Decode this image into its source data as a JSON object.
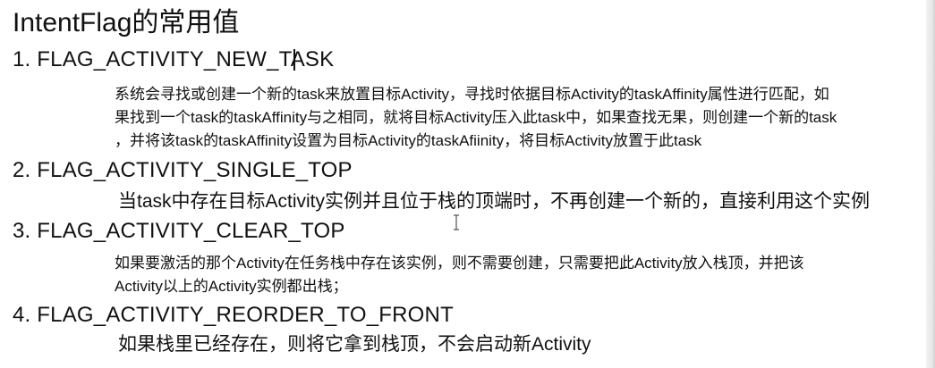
{
  "slide": {
    "title": "IntentFlag的常用值",
    "items": [
      {
        "heading": "1. FLAG_ACTIVITY_NEW_TASK",
        "lines": [
          "系统会寻找或创建一个新的task来放置目标Activity，寻找时依据目标Activity的taskAffinity属性进行匹配，如",
          "果找到一个task的taskAffinity与之相同，就将目标Activity压入此task中，如果查找无果，则创建一个新的task",
          "，并将该task的taskAffinity设置为目标Activity的taskAfiinity，将目标Activity放置于此task"
        ]
      },
      {
        "heading": "2. FLAG_ACTIVITY_SINGLE_TOP",
        "lines": [
          "当task中存在目标Activity实例并且位于栈的顶端时，不再创建一个新的，直接利用这个实例"
        ]
      },
      {
        "heading": "3. FLAG_ACTIVITY_CLEAR_TOP",
        "lines": [
          "如果要激活的那个Activity在任务栈中存在该实例，则不需要创建，只需要把此Activity放入栈顶，并把该",
          "Activity以上的Activity实例都出栈；"
        ]
      },
      {
        "heading": "4. FLAG_ACTIVITY_REORDER_TO_FRONT",
        "lines": [
          "如果栈里已经存在，则将它拿到栈顶，不会启动新Activity"
        ]
      }
    ]
  }
}
